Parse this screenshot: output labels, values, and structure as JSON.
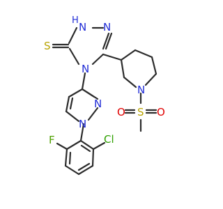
{
  "molecule": {
    "atoms": {
      "n_h": "H",
      "n_triazole_nh": "N",
      "n_triazole_right": "N",
      "n_triazole_bottom": "N",
      "s_thione": "S",
      "n_pyrazole_top": "N",
      "n_pyrazole_bottom": "N",
      "n_piperidine": "N",
      "s_sulfonyl": "S",
      "o_left": "O",
      "o_right": "O",
      "f": "F",
      "cl": "Cl"
    },
    "colors": {
      "bond": "#2b2b2b",
      "nitrogen": "#1f2bd6",
      "sulfur": "#b8a300",
      "oxygen": "#e00000",
      "fluorine": "#4fa000",
      "chlorine": "#2ea000",
      "hydrogen": "#1f2bd6"
    }
  }
}
